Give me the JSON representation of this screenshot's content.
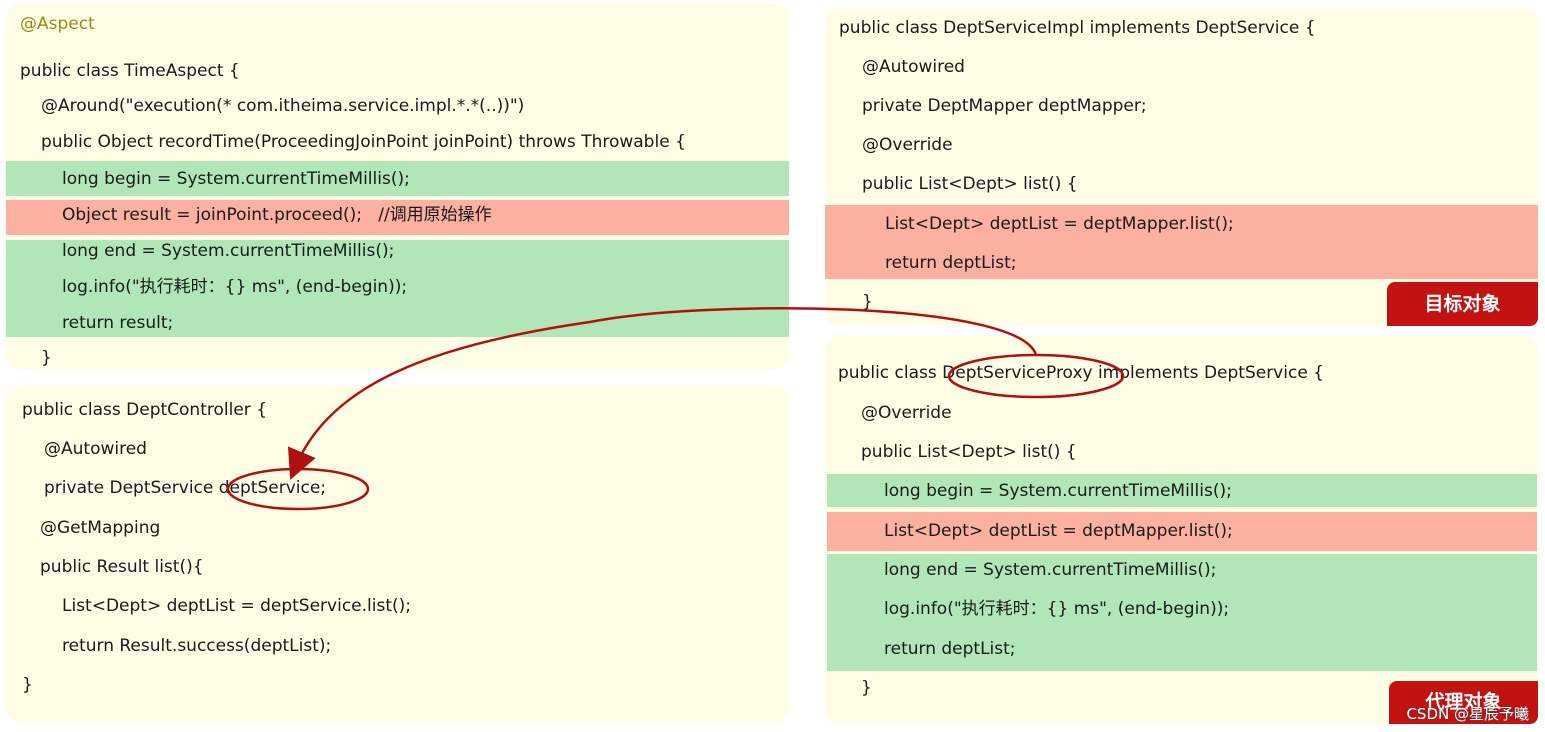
{
  "aspect_panel": {
    "lines": [
      "@Aspect",
      "public class TimeAspect {",
      "@Around(\"execution(* com.itheima.service.impl.*.*(..))\")",
      "public Object recordTime(ProceedingJoinPoint joinPoint) throws Throwable {",
      "long begin = System.currentTimeMillis();",
      "Object result = joinPoint.proceed();   //调用原始操作",
      "long end = System.currentTimeMillis();",
      "log.info(\"执行耗时：{} ms\", (end-begin));",
      "return result;",
      "}"
    ]
  },
  "controller_panel": {
    "lines": [
      "public class DeptController {",
      "@Autowired",
      "private DeptService deptService;",
      "@GetMapping",
      "public Result list(){",
      "List<Dept> deptList = deptService.list();",
      "return Result.success(deptList);",
      "}"
    ]
  },
  "impl_panel": {
    "lines": [
      "public class DeptServiceImpl implements DeptService {",
      "@Autowired",
      "private DeptMapper deptMapper;",
      "@Override",
      "public List<Dept> list() {",
      "List<Dept> deptList = deptMapper.list();",
      "return deptList;",
      "}"
    ],
    "tag": "目标对象"
  },
  "proxy_panel": {
    "lines": [
      "public class DeptServiceProxy implements DeptService {",
      "@Override",
      "public List<Dept> list() {",
      "long begin = System.currentTimeMillis();",
      "List<Dept> deptList = deptMapper.list();",
      "long end = System.currentTimeMillis();",
      "log.info(\"执行耗时：{} ms\", (end-begin));",
      "return deptList;",
      "}"
    ],
    "tag": "代理对象"
  },
  "watermark": "CSDN @星辰予曦",
  "colors": {
    "panel_bg": "#fefde6",
    "highlight_green": "#b0e6b8",
    "highlight_red": "#fbb0a0",
    "tag_red": "#c21212",
    "arrow_red": "#b01010"
  }
}
